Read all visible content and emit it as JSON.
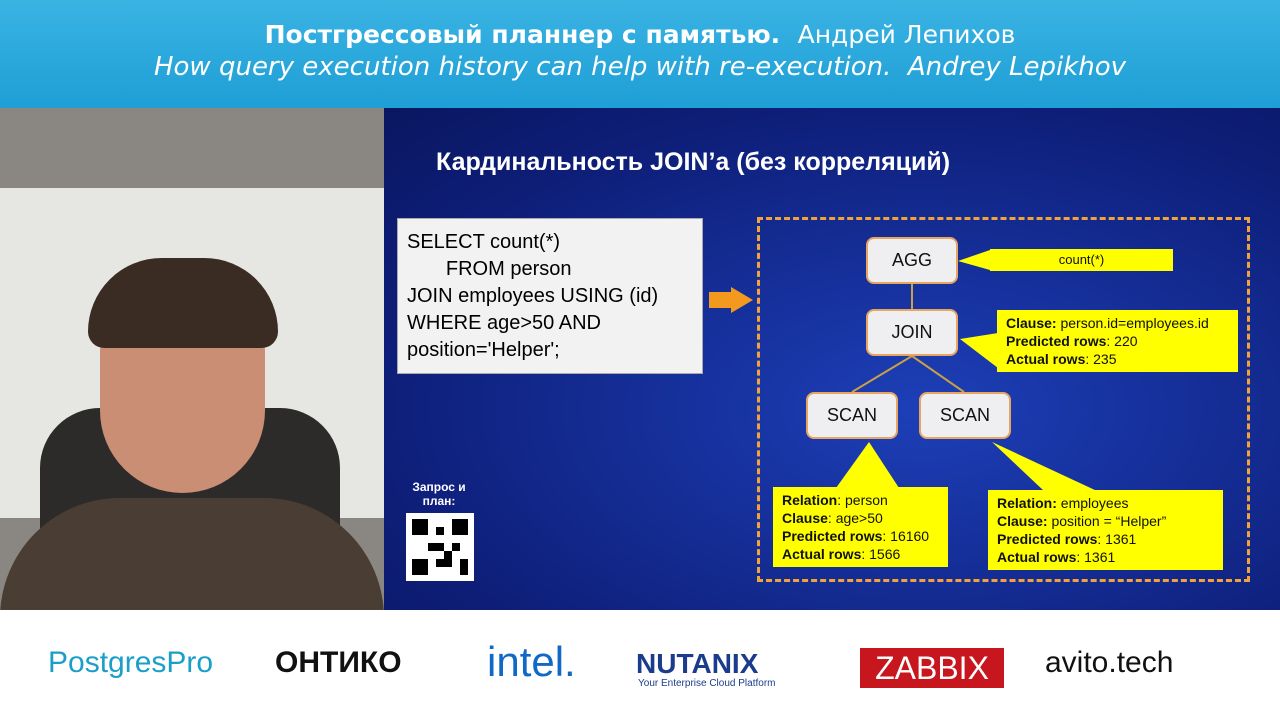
{
  "header": {
    "title_ru_bold": "Постгрессовый планнер с памятью.",
    "speaker_ru": "Андрей Лепихов",
    "title_en": "How query execution history can help with re-execution.",
    "speaker_en": "Andrey Lepikhov"
  },
  "slide": {
    "title": "Кардинальность JOIN’а (без корреляций)",
    "sql": "SELECT count(*)\n       FROM person\nJOIN employees USING (id)\nWHERE age>50 AND\nposition='Helper';",
    "qr_label": "Запрос и план:",
    "nodes": {
      "agg": "AGG",
      "join": "JOIN",
      "scan1": "SCAN",
      "scan2": "SCAN"
    },
    "agg_callout": "count(*)",
    "join_callout": [
      {
        "k": "Clause:",
        "v": " person.id=employees.id"
      },
      {
        "k": "Predicted rows",
        "v": ": 220"
      },
      {
        "k": "Actual rows",
        "v": ": 235"
      }
    ],
    "scan1_callout": [
      {
        "k": "Relation",
        "v": ": person"
      },
      {
        "k": "Clause",
        "v": ": age>50"
      },
      {
        "k": "Predicted rows",
        "v": ": 16160"
      },
      {
        "k": "Actual rows",
        "v": ": 1566"
      }
    ],
    "scan2_callout": [
      {
        "k": "Relation:",
        "v": " employees"
      },
      {
        "k": "Clause:",
        "v": " position = “Helper”"
      },
      {
        "k": "Predicted rows",
        "v": ": 1361"
      },
      {
        "k": "Actual rows",
        "v": ": 1361"
      }
    ]
  },
  "sponsors": [
    "PostgresPro",
    "ОНТИКО",
    "intel.",
    "NUTANIX",
    "Your Enterprise Cloud Platform",
    "ZABBIX",
    "avito.tech"
  ],
  "colors": {
    "header": "#1e9fd6",
    "slide_bg": "#0e1f7a",
    "callout": "#ffff00",
    "accent": "#f39a1e"
  }
}
